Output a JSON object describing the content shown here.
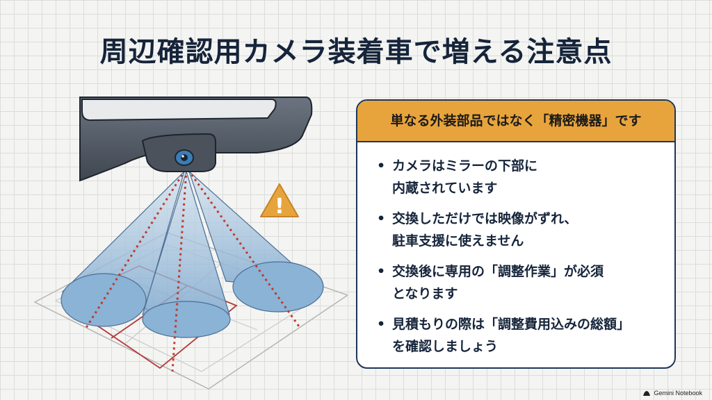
{
  "title": "周辺確認用カメラ装着車で増える注意点",
  "panel": {
    "header": "単なる外装部品ではなく「精密機器」です",
    "points": [
      {
        "bullet": "•",
        "lines": [
          "カメラはミラーの下部に",
          "内蔵されています"
        ]
      },
      {
        "bullet": "•",
        "lines": [
          "交換しただけでは映像がずれ、",
          "駐車支援に使えません"
        ]
      },
      {
        "bullet": "•",
        "lines": [
          "交換後に専用の「調整作業」が必須",
          "となります"
        ]
      },
      {
        "bullet": "•",
        "lines": [
          "見積もりの際は「調整費用込みの総額」",
          "を確認しましょう"
        ]
      }
    ]
  },
  "warning_icon_symbol": "!",
  "watermark": "Gemini Notebook",
  "colors": {
    "title": "#15243a",
    "header_bg": "#e8a43c",
    "panel_border": "#1d3557",
    "warning": "#e8a43c",
    "beam": "#8fb8d8",
    "beam_center_line": "#c0392b",
    "mirror_body": "#555e6a"
  }
}
